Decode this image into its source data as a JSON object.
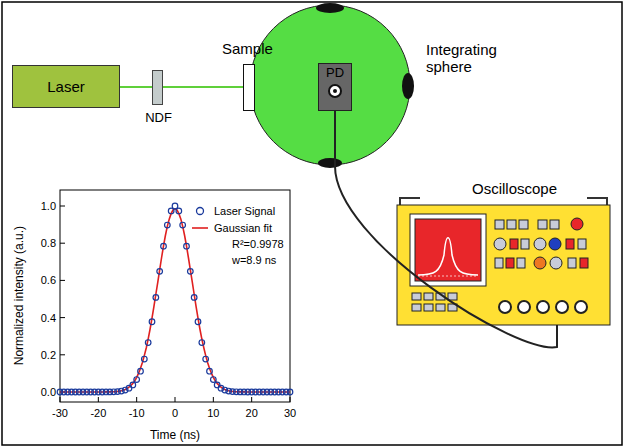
{
  "diagram": {
    "nodes": [
      {
        "text": [
          "Laser"
        ]
      },
      {
        "text": [
          "NDF"
        ]
      },
      {
        "text": [
          "Sample"
        ]
      },
      {
        "text": [
          "Integrating sphere"
        ]
      },
      {
        "text": [
          "PD"
        ],
        "in": 3
      },
      {
        "text": [
          "Oscilloscope"
        ]
      }
    ],
    "edges": [
      {
        "from": 0,
        "to": 1,
        "arrow": "none"
      },
      {
        "from": 1,
        "to": 2,
        "arrow": "none"
      },
      {
        "from": 4,
        "to": 5,
        "arrow": "none"
      }
    ],
    "labels": [
      "1.0",
      "0.8",
      "0.6",
      "0.4",
      "0.2",
      "0.0",
      "-30",
      "-20",
      "-10",
      "0",
      "10",
      "20",
      "30",
      "Normalized intensity (a.u.)",
      "Time (ns)",
      "R²=0.9978",
      "w=8.9 ns"
    ],
    "legend": [
      {
        "text": "Laser Signal"
      },
      {
        "text": "Gaussian fit"
      }
    ]
  }
}
